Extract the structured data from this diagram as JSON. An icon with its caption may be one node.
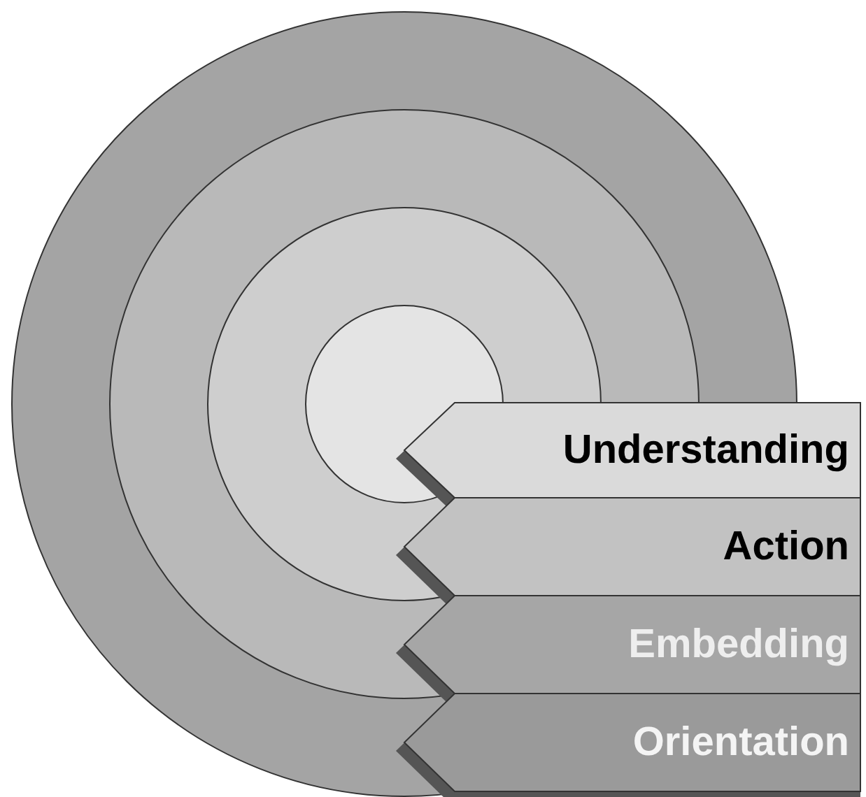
{
  "diagram": {
    "nodes": [
      {
        "text": [],
        "shape": "circle"
      },
      {
        "text": [],
        "shape": "circle",
        "in": 0
      },
      {
        "text": [],
        "shape": "circle",
        "in": 1
      },
      {
        "text": [],
        "shape": "circle",
        "in": 2
      },
      {
        "text": [
          "Understanding"
        ]
      },
      {
        "text": [
          "Action"
        ]
      },
      {
        "text": [
          "Embedding"
        ]
      },
      {
        "text": [
          "Orientation"
        ]
      }
    ]
  }
}
